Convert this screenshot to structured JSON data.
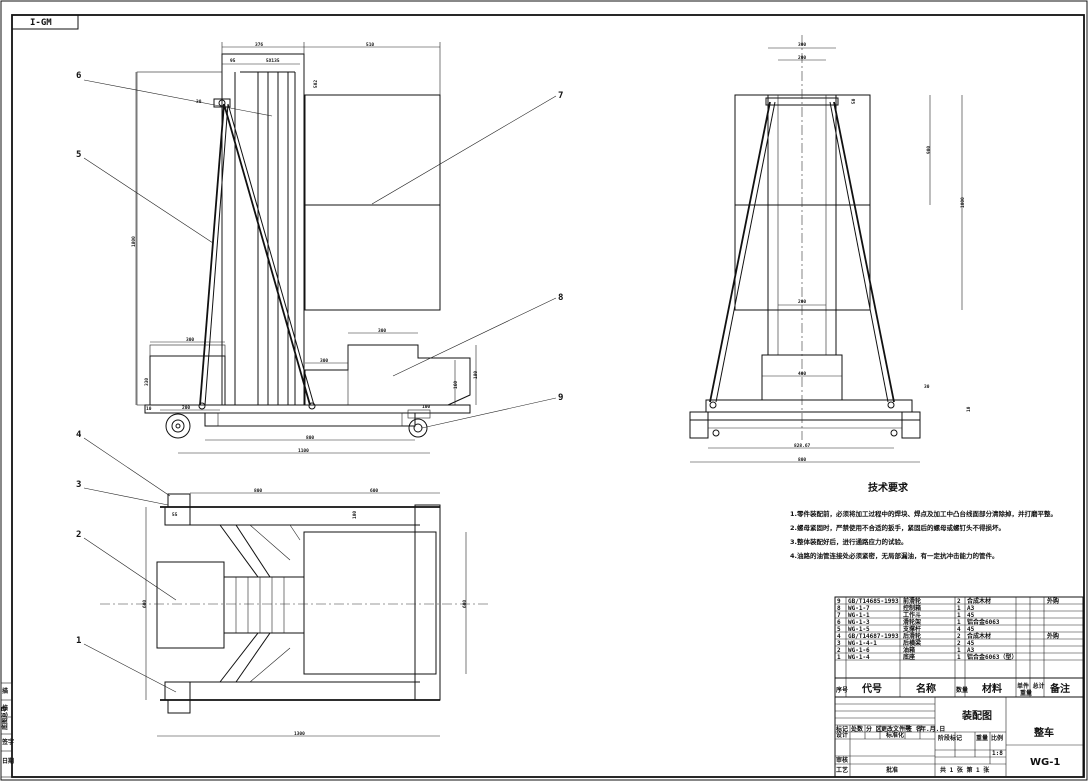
{
  "sheet": {
    "code_label": "I-GM"
  },
  "front_view": {
    "dims": {
      "top_376": "376",
      "top_510": "510",
      "top_95": "95",
      "top_slot": "5X135",
      "side_1800": "1800",
      "side_502": "502",
      "small_30": "30",
      "box_300": "300",
      "box_h": "330",
      "step_300": "300",
      "mid_300": "300",
      "right_160": "160",
      "right_180": "180",
      "bot_200": "200",
      "bot_800": "800",
      "bot_1100": "1100",
      "bot_100": "100",
      "bot_10": "10"
    },
    "callouts": [
      "1",
      "2",
      "3",
      "4",
      "5",
      "6",
      "7",
      "8",
      "9"
    ]
  },
  "side_view": {
    "dims": {
      "top_300": "300",
      "top_200": "200",
      "right_50": "50",
      "h_900": "900",
      "h_1000": "1000",
      "mid_200": "200",
      "base_400": "400",
      "right_30": "30",
      "right_10": "10",
      "bot_828": "828.67",
      "bot_800": "800"
    }
  },
  "plan_view": {
    "dims": {
      "top_800": "800",
      "top_600": "600",
      "left_600": "600",
      "right_600": "600",
      "bot_1300": "1300",
      "side_55": "55",
      "right_100": "100"
    }
  },
  "tech_requirements": {
    "title": "技术要求",
    "items": [
      "1.零件装配前，必须将加工过程中的焊块、焊点及加工中凸台线面部分清除掉，并打磨平整。",
      "2.螺母紧固时，严禁使用不合适的扳手，紧固后的螺母或螺钉头不得损坏。",
      "3.整体装配好后，进行通路应力的试验。",
      "4.油路的油管连接处必须紧密，无局部漏油，有一定抗冲击能力的管件。"
    ]
  },
  "parts_list": {
    "rows": [
      {
        "no": "9",
        "code": "GB/T14685-1993",
        "name": "前滑轮",
        "qty": "2",
        "material": "合成木材",
        "note": "外购"
      },
      {
        "no": "8",
        "code": "WG-1-7",
        "name": "控制箱",
        "qty": "1",
        "material": "A3",
        "note": ""
      },
      {
        "no": "7",
        "code": "WG-1-1",
        "name": "工作斗",
        "qty": "1",
        "material": "45",
        "note": ""
      },
      {
        "no": "6",
        "code": "WG-1-3",
        "name": "滑轮架",
        "qty": "1",
        "material": "铝合金6063",
        "note": ""
      },
      {
        "no": "5",
        "code": "WG-1-5",
        "name": "支撑杆",
        "qty": "4",
        "material": "45",
        "note": ""
      },
      {
        "no": "4",
        "code": "GB/T14687-1993",
        "name": "后滑轮",
        "qty": "2",
        "material": "合成木材",
        "note": "外购"
      },
      {
        "no": "3",
        "code": "WG-1-4-1",
        "name": "后横梁",
        "qty": "2",
        "material": "45",
        "note": ""
      },
      {
        "no": "2",
        "code": "WG-1-6",
        "name": "油箱",
        "qty": "1",
        "material": "A3",
        "note": ""
      },
      {
        "no": "1",
        "code": "WG-1-4",
        "name": "底座",
        "qty": "1",
        "material": "铝合金6063（型）",
        "note": ""
      }
    ],
    "header": {
      "no": "序号",
      "code": "代号",
      "name": "名称",
      "qty": "数量",
      "material": "材料",
      "unit_total": "单件 总计",
      "weight": "重量",
      "note": "备注"
    }
  },
  "title_block": {
    "drawing_name": "装配图",
    "product": "整车",
    "drawing_no": "WG-1",
    "scale": "1:8",
    "sheet_info": "共 1 张  第 1 张",
    "labels": {
      "mark": "标记",
      "count": "处数",
      "zone": "分 区",
      "change_doc": "更改文件号",
      "sign": "签 名",
      "date": "年.月.日",
      "design": "设计",
      "standard": "标准化",
      "stage": "阶段标记",
      "weight": "重量",
      "scale": "比例",
      "review": "审核",
      "process": "工艺",
      "approve": "批准"
    }
  },
  "left_strip": [
    "描",
    "校",
    "底图总号",
    "签字",
    "日期"
  ]
}
